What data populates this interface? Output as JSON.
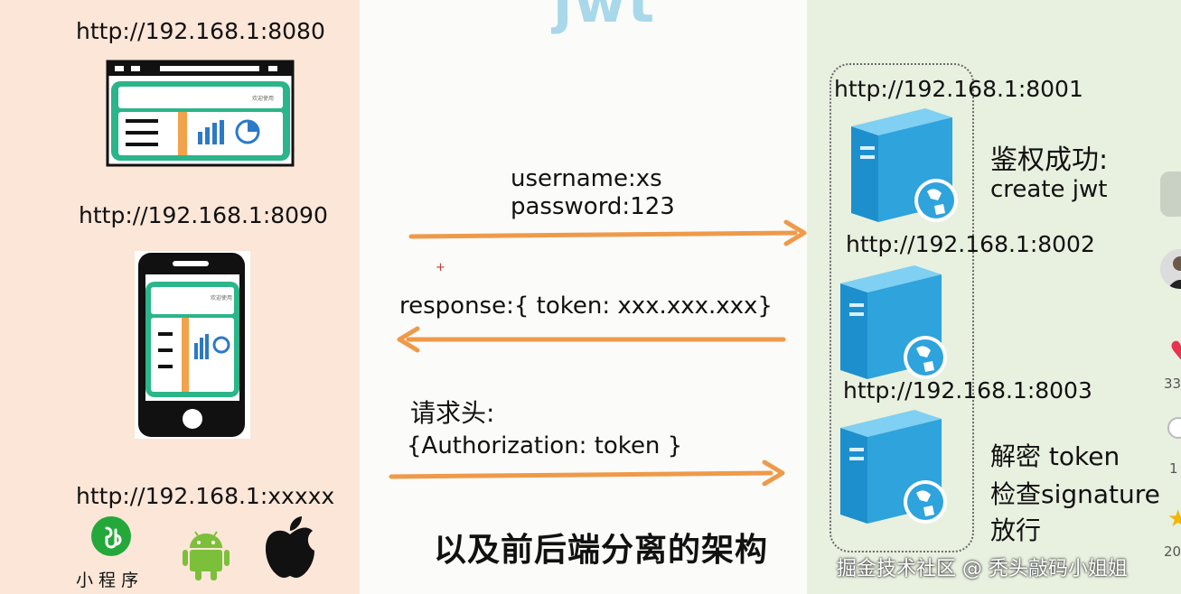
{
  "title": "jwt",
  "clients": {
    "web_url": "http://192.168.1:8080",
    "mobile_url": "http://192.168.1:8090",
    "other_url": "http://192.168.1:xxxxx",
    "miniprogram_label": "小 程 序"
  },
  "servers": [
    {
      "url": "http://192.168.1:8001"
    },
    {
      "url": "http://192.168.1:8002"
    },
    {
      "url": "http://192.168.1:8003"
    }
  ],
  "auth_note": {
    "line1": "鉴权成功:",
    "line2": "create jwt"
  },
  "verify_note": {
    "line1": "解密 token",
    "line2": "检查signature",
    "line3": "放行"
  },
  "requests": {
    "login_line1": "username:xs",
    "login_line2": "password:123",
    "response": "response:{ token: xxx.xxx.xxx}",
    "header_line1": "请求头:",
    "header_line2": "{Authorization: token }"
  },
  "footer_caption": "以及前后端分离的架构",
  "watermark": "掘金技术社区 @ 秃头敲码小姐姐",
  "side_counts": {
    "likes": "33",
    "comments": "1",
    "stars": "20"
  },
  "colors": {
    "arrow": "#ee9a4a",
    "left_bg": "#fbe6d8",
    "right_bg": "#e8f0df",
    "server_blue": "#2ea3dc",
    "screen_green": "#2bb58a"
  }
}
